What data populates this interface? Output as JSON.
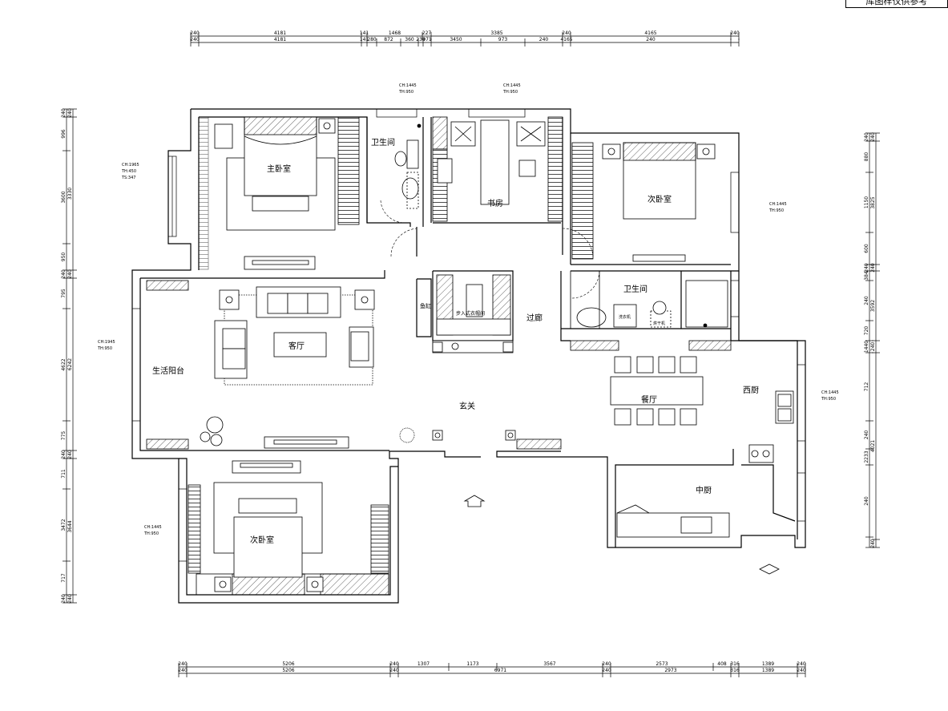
{
  "title_box": "库图样仅供参考",
  "rooms": {
    "master_bedroom": "主卧室",
    "bathroom_top": "卫生间",
    "study": "书房",
    "second_bedroom_right": "次卧室",
    "second_bedroom_bottom": "次卧室",
    "living_room": "客厅",
    "balcony": "生活阳台",
    "foyer": "玄关",
    "corridor": "过廊",
    "bathroom_right": "卫生间",
    "dining": "餐厅",
    "western_kitchen": "西厨",
    "chinese_kitchen": "中厨",
    "walk_in_closet": "步入式衣帽间",
    "fish_tank": "鱼缸",
    "washer": "洗衣机",
    "dryer": "烘干机"
  },
  "window_notes": {
    "master_left": [
      "CH:1965",
      "TH:450",
      "TS:347"
    ],
    "bath_top": [
      "CH:1445",
      "TH:950"
    ],
    "study_top": [
      "CH:1445",
      "TH:950"
    ],
    "bed_right": [
      "CH:1445",
      "TH:950"
    ],
    "balcony_left": [
      "CH:1945",
      "TH:950"
    ],
    "kitchen_right": [
      "CH:1445",
      "TH:950"
    ],
    "bed_bottom": [
      "CH:1445",
      "TH:950"
    ]
  },
  "dims": {
    "top_row1": [
      "240",
      "4181",
      "141",
      "1468",
      "227",
      "3385",
      "240",
      "4165",
      "240"
    ],
    "top_row2": [
      "240",
      "4181",
      "141",
      "280",
      "872",
      "360",
      "233",
      "971",
      "3450",
      "973",
      "240",
      "4165",
      "240"
    ],
    "bottom_row1": [
      "240",
      "5206",
      "240",
      "1307",
      "1173",
      "3567",
      "240",
      "2573",
      "408",
      "316",
      "1389",
      "240"
    ],
    "bottom_row2": [
      "240",
      "5206",
      "240",
      "6971",
      "240",
      "2973",
      "316",
      "1389",
      "240"
    ],
    "left_col1": [
      "240",
      "996",
      "3600",
      "950",
      "240",
      "795",
      "4622",
      "775",
      "240",
      "711",
      "3472",
      "717",
      "240"
    ],
    "left_col2": [
      "240",
      "3330",
      "240",
      "6242",
      "240",
      "3644",
      "240"
    ],
    "right_col1": [
      "240",
      "880",
      "1150",
      "600",
      "240",
      "384",
      "240",
      "720",
      "1440",
      "712",
      "240",
      "2233",
      "240"
    ],
    "right_col2": [
      "240",
      "3825",
      "240",
      "3592",
      "240",
      "4021",
      "240"
    ]
  }
}
